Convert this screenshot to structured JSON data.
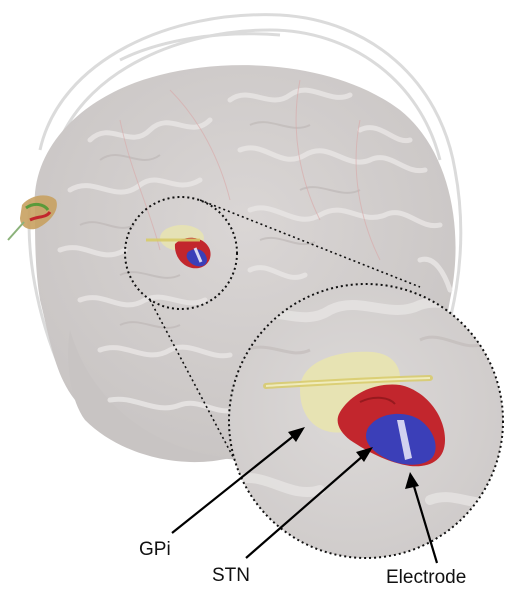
{
  "figure": {
    "labels": {
      "gpi": "GPi",
      "stn": "STN",
      "electrode": "Electrode"
    },
    "colors": {
      "brain": "#cfcbca",
      "gyri_highlight": "#e6e3e2",
      "gpi": "#e8e4b0",
      "stn": "#c2262d",
      "electrode_region": "#3b3fb8",
      "electrode_lead": "#d9d9f2",
      "arrow": "#000000"
    }
  }
}
